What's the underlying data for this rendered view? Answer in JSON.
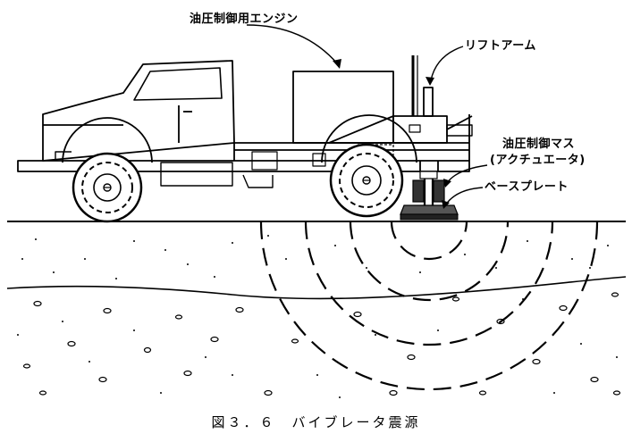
{
  "labels": {
    "engine": "油圧制御用エンジン",
    "lift_arm": "リフトアーム",
    "mass_line1": "油圧制御マス",
    "mass_line2": "(アクチュエータ)",
    "base_plate": "ベースプレート"
  },
  "caption": "図３．６　バイブレータ震源"
}
